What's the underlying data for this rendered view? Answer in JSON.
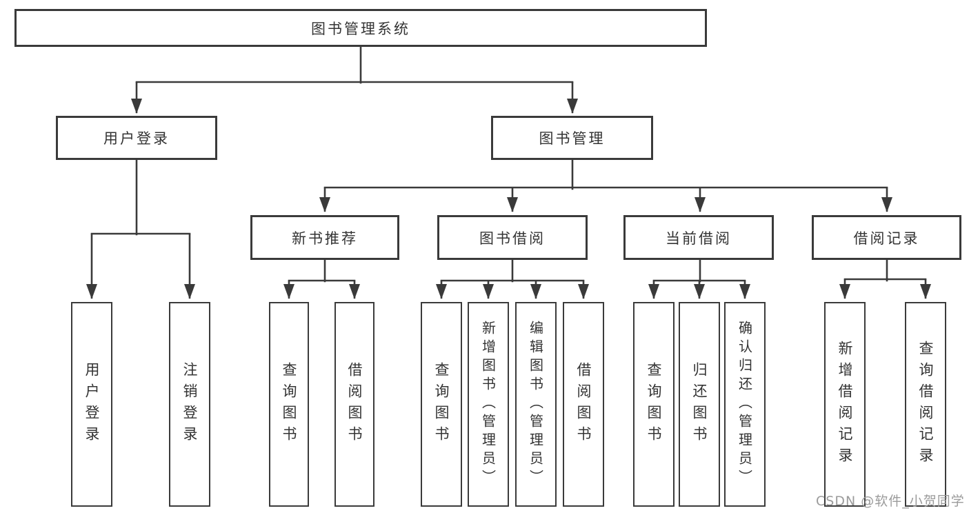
{
  "diagram": {
    "type": "hierarchy-diagram",
    "colors": {
      "line": "#3a3a3a",
      "box_border": "#3a3a3a",
      "text": "#333333",
      "background": "#ffffff",
      "watermark": "#9b9b9b"
    }
  },
  "tree": {
    "label": "图书管理系统",
    "children": [
      {
        "label": "用户登录",
        "children": [
          {
            "label": "用户登录"
          },
          {
            "label": "注销登录"
          }
        ]
      },
      {
        "label": "图书管理",
        "children": [
          {
            "label": "新书推荐",
            "children": [
              {
                "label": "查询图书"
              },
              {
                "label": "借阅图书"
              }
            ]
          },
          {
            "label": "图书借阅",
            "children": [
              {
                "label": "查询图书"
              },
              {
                "label": "新增图书（管理员）"
              },
              {
                "label": "编辑图书（管理员）"
              },
              {
                "label": "借阅图书"
              }
            ]
          },
          {
            "label": "当前借阅",
            "children": [
              {
                "label": "查询图书"
              },
              {
                "label": "归还图书"
              },
              {
                "label": "确认归还（管理员）"
              }
            ]
          },
          {
            "label": "借阅记录",
            "children": [
              {
                "label": "新增借阅记录"
              },
              {
                "label": "查询借阅记录"
              }
            ]
          }
        ]
      }
    ]
  },
  "watermark": {
    "text": "CSDN @软件_小贺同学"
  }
}
